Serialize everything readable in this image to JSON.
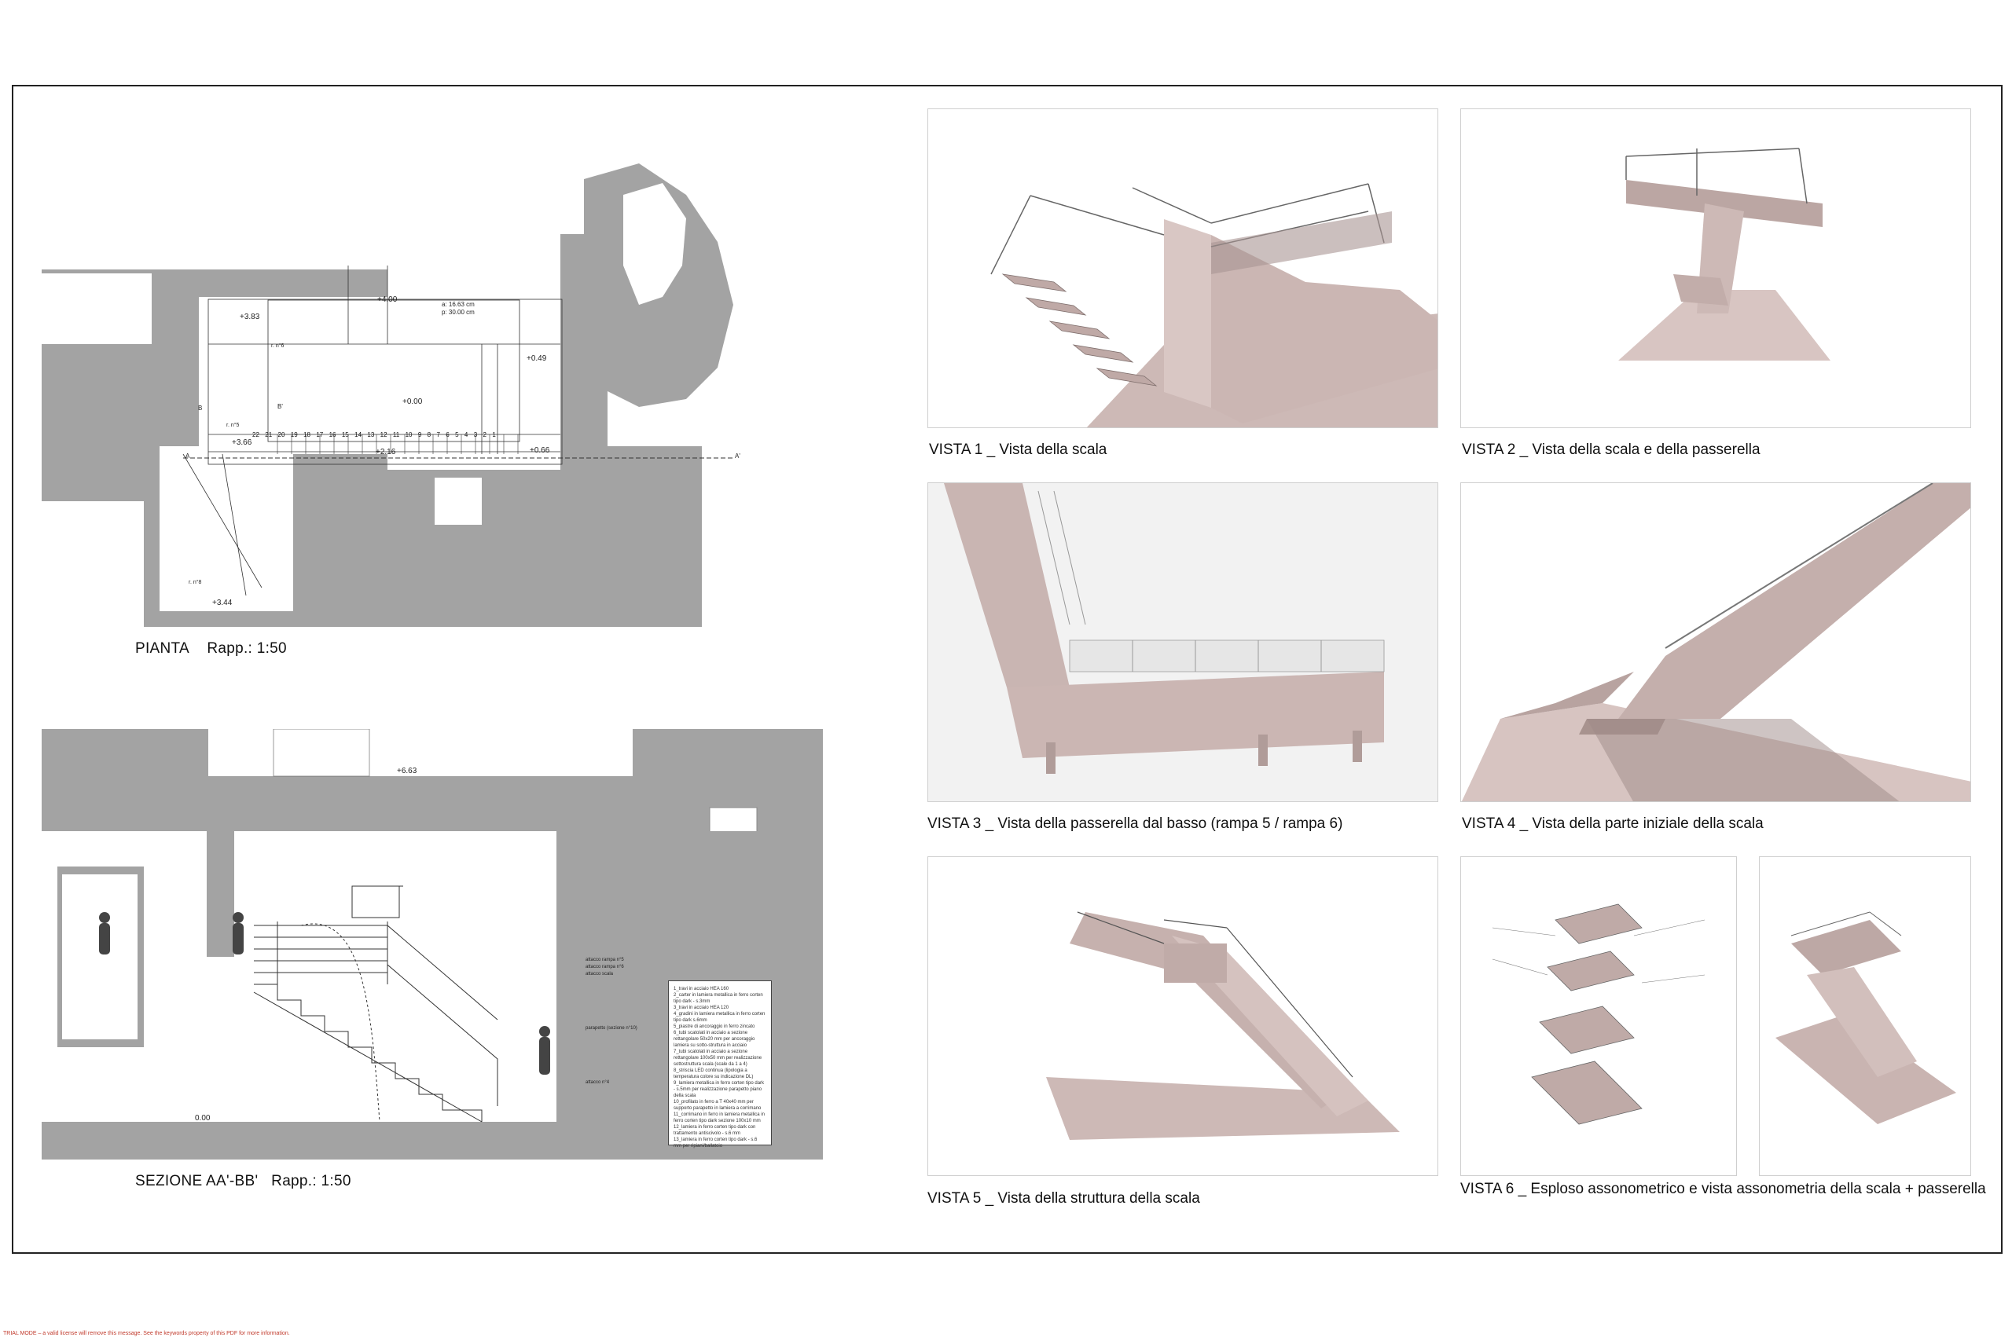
{
  "drawings": {
    "plan": {
      "title": "PIANTA",
      "scale": "Rapp.: 1:50",
      "elevations": [
        "+4.00",
        "+3.83",
        "+0.49",
        "+0.00",
        "+3.66",
        "+2.16",
        "+0.66",
        "+3.44"
      ],
      "dims": [
        "a: 16.63 cm",
        "p: 30.00 cm"
      ],
      "flight_labels": [
        "r. n°6",
        "r. n°5",
        "r. n°8"
      ],
      "step_numbers": [
        "22",
        "21",
        "20",
        "19",
        "18",
        "17",
        "16",
        "15",
        "14",
        "13",
        "12",
        "11",
        "10",
        "9",
        "8",
        "7",
        "6",
        "5",
        "4",
        "3",
        "2",
        "1"
      ],
      "section_marks": [
        "A",
        "A'",
        "B",
        "B'"
      ]
    },
    "section": {
      "title": "SEZIONE AA'-BB'",
      "scale": "Rapp.: 1:50",
      "elevations": [
        "+6.63",
        "0.00"
      ],
      "legend_items": [
        "1_travi in acciaio HEA 160",
        "2_carter in lamiera metallica in ferro corten tipo dark - s.3mm",
        "3_travi in acciaio HEA 120",
        "4_gradini in lamiera metallica in ferro corten tipo dark s.6mm",
        "5_piastre di ancoraggio in ferro zincato",
        "6_tubi scatolati in acciaio a sezione rettangolare 50x20 mm per ancoraggio lamiera su sotto-struttura in acciaio",
        "7_tubi scatolati in acciaio a sezione rettangolare 100x50 mm per realizzazione sottostruttura scala (scale da 1 a 4)",
        "8_striscia LED continua (lipologia a temperatura colore su indicazione DL)",
        "9_lamiera metallica in ferro corten tipo dark - s.5mm per realizzazione parapetto piano della scala",
        "10_profilato in ferro a T 40x40 mm per supporto parapetto in lamiera a corrimano",
        "11_corrimano in ferro in lamiera metallica in ferro corten tipo dark sezione 100x10 mm",
        "12_lamiera in ferro corten tipo dark con trattamento antiscivolo - s.6 mm",
        "13_lamiera in ferro corten tipo dark - s.6 mm per ripiani/ballatoio"
      ],
      "side_tags": [
        "attacco rampa n°5",
        "attacco rampa n°6",
        "attacco scala",
        "parapetto (sezione n°10)",
        "attacco n°4"
      ]
    }
  },
  "views": [
    {
      "id": 1,
      "caption": "VISTA 1 _ Vista della scala"
    },
    {
      "id": 2,
      "caption": "VISTA 2 _ Vista della scala e della passerella"
    },
    {
      "id": 3,
      "caption": "VISTA 3 _ Vista della passerella dal basso (rampa 5 / rampa 6)"
    },
    {
      "id": 4,
      "caption": "VISTA 4 _ Vista della parte iniziale della scala"
    },
    {
      "id": 5,
      "caption": "VISTA 5 _ Vista della struttura della scala"
    },
    {
      "id": 6,
      "caption": "VISTA 6 _ Esploso assonometrico e vista assonometria della scala + passerella"
    }
  ],
  "watermark": "TRIAL MODE – a valid license will remove this message. See the keywords property of this PDF for more information.",
  "colors": {
    "wall_fill": "#a3a3a3",
    "render_pink": "#d9c7c4",
    "shadow": "#b9a9a8",
    "line": "#333333"
  }
}
